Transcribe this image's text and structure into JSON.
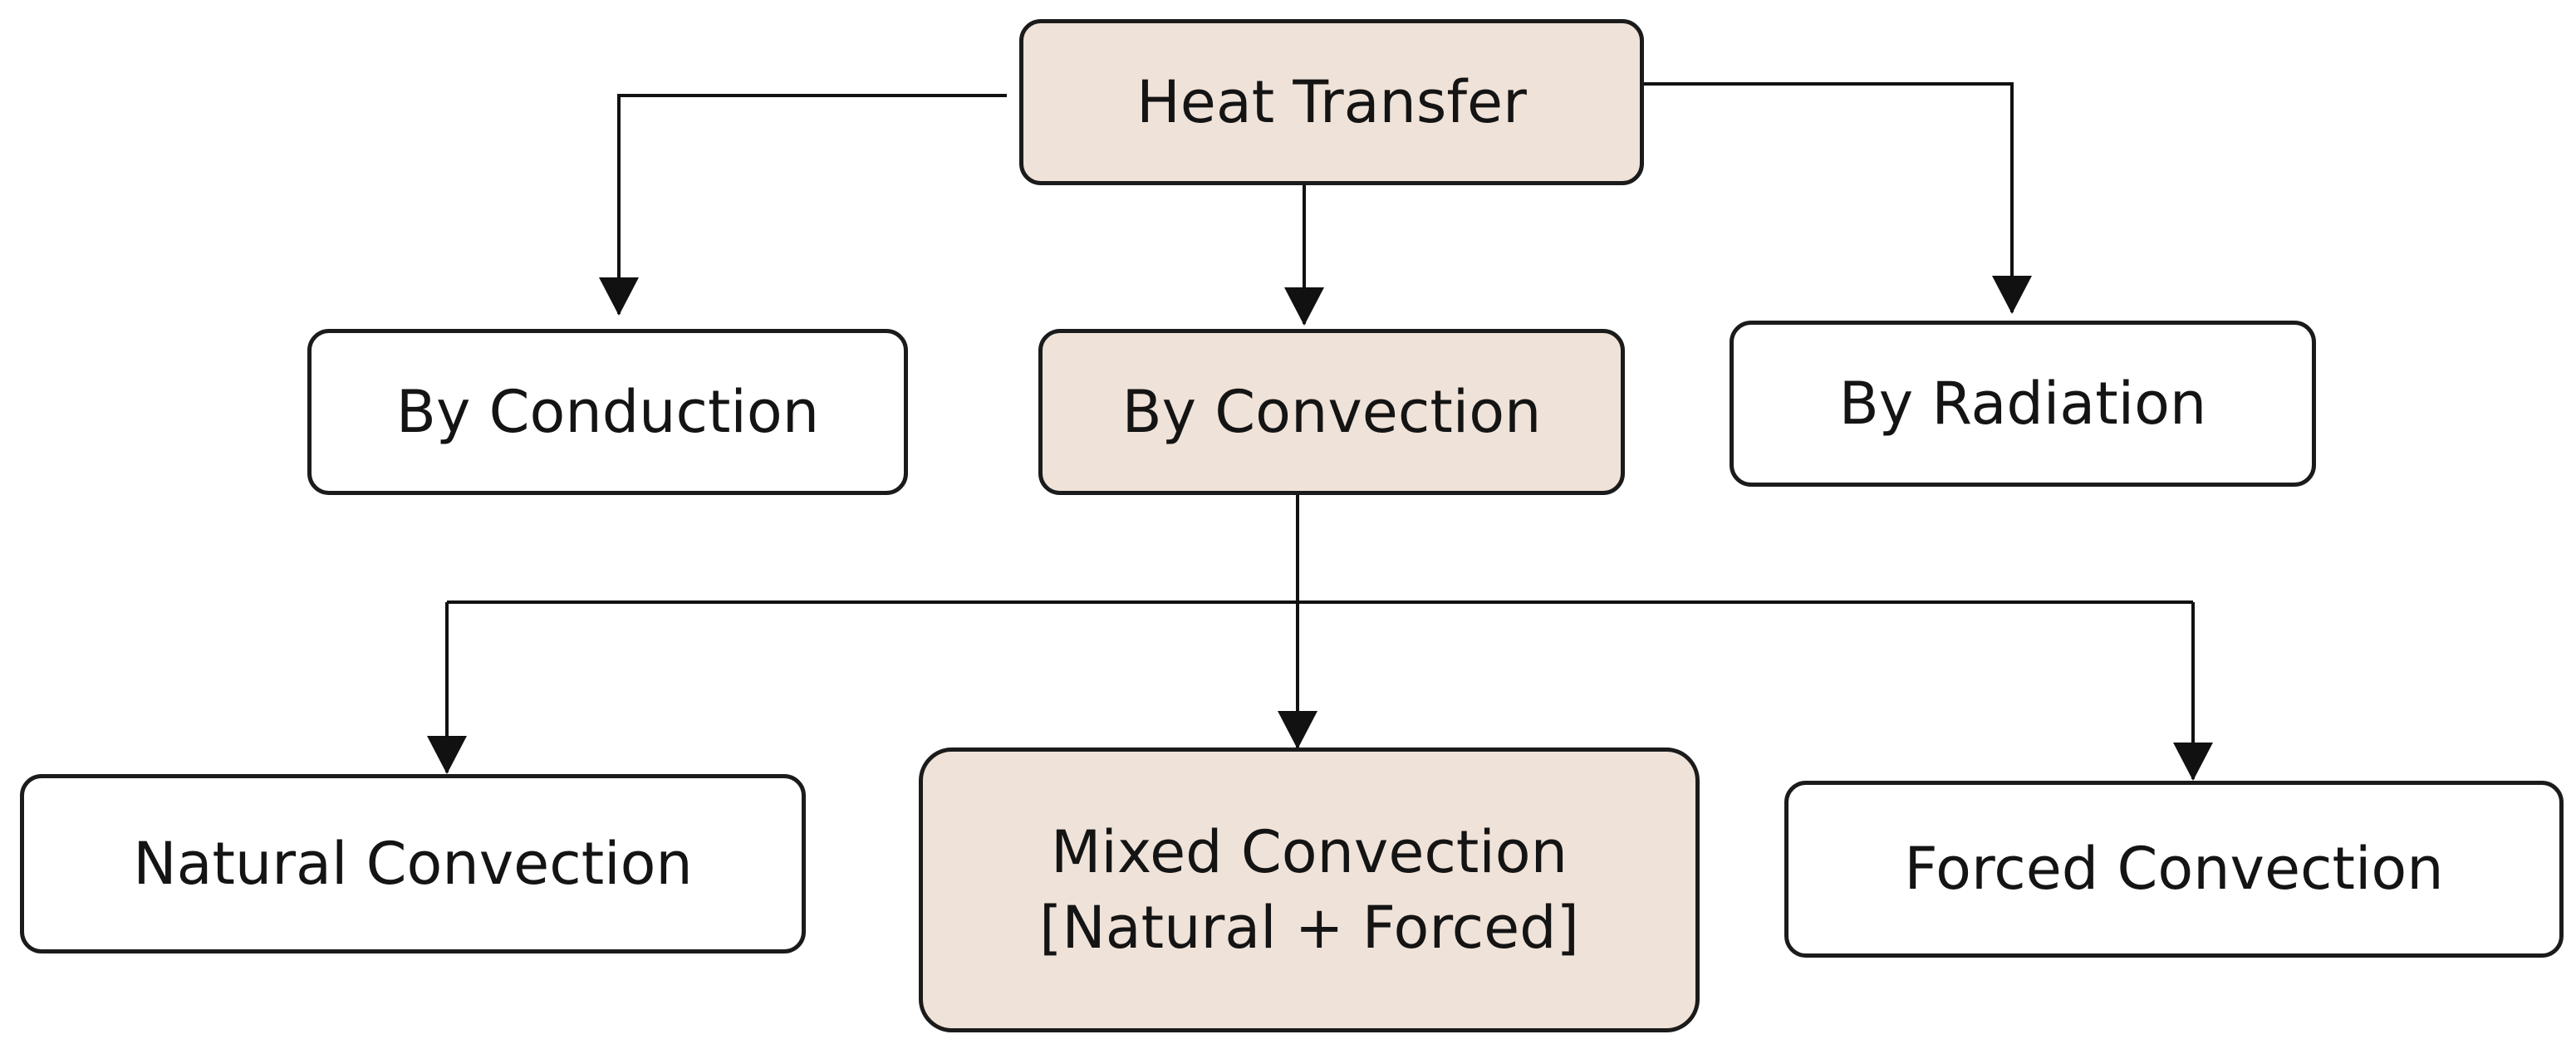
{
  "diagram": {
    "nodes": {
      "heat_transfer": {
        "label": "Heat Transfer"
      },
      "conduction": {
        "label": "By Conduction"
      },
      "convection": {
        "label": "By Convection"
      },
      "radiation": {
        "label": "By Radiation"
      },
      "natural": {
        "label": "Natural Convection"
      },
      "mixed": {
        "label_line1": "Mixed Convection",
        "label_line2": "[Natural + Forced]"
      },
      "forced": {
        "label": "Forced Convection"
      }
    },
    "colors": {
      "highlight_fill": "#efe2d8",
      "plain_fill": "#ffffff",
      "stroke": "#1b1b1b"
    }
  }
}
